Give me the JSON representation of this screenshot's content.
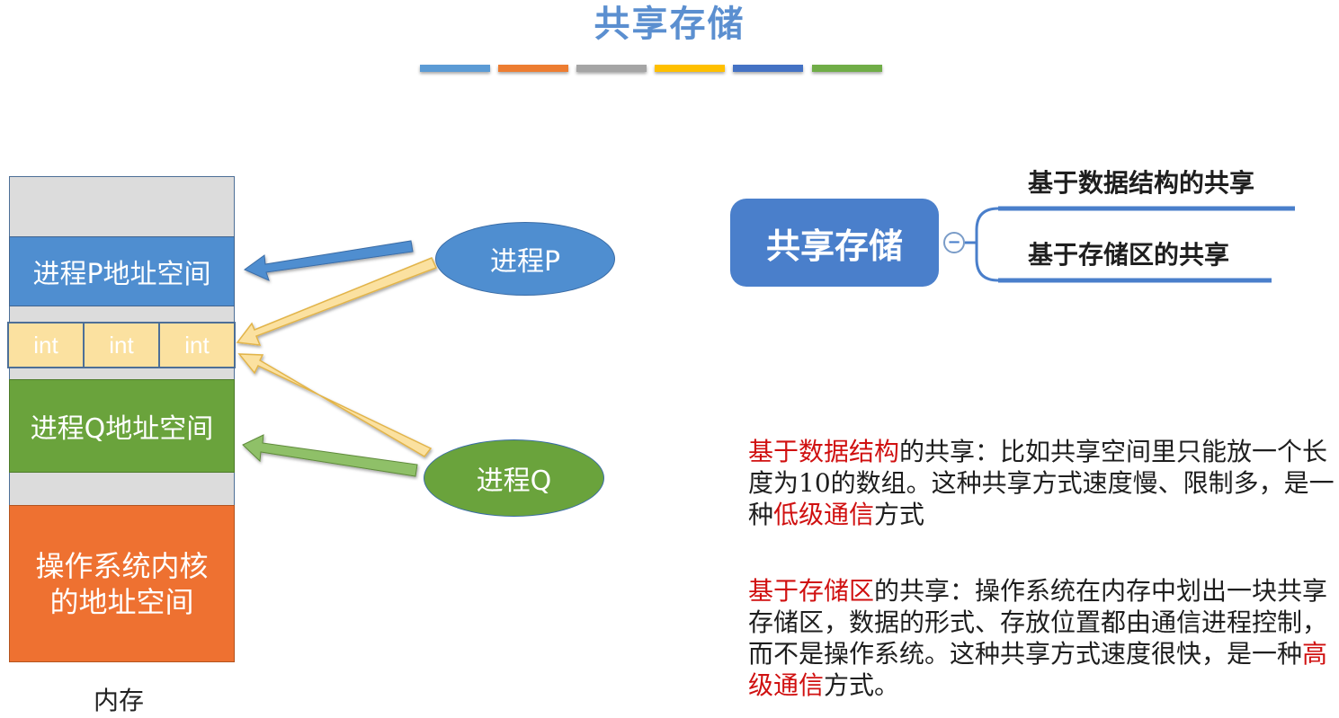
{
  "title": "共享存储",
  "title_bars": [
    "#5b9bd5",
    "#ed7d31",
    "#a5a5a5",
    "#ffc000",
    "#4472c4",
    "#70ad47"
  ],
  "memory": {
    "p_space": "进程P地址空间",
    "shared_cells": [
      "int",
      "int",
      "int"
    ],
    "q_space": "进程Q地址空间",
    "kernel_line1": "操作系统内核",
    "kernel_line2": "的地址空间",
    "label": "内存"
  },
  "processes": {
    "p": "进程P",
    "q": "进程Q"
  },
  "mindmap": {
    "center": "共享存储",
    "collapse_symbol": "−",
    "branches": [
      "基于数据结构的共享",
      "基于存储区的共享"
    ]
  },
  "notes": {
    "p1": {
      "hl1": "基于数据结构",
      "t1": "的共享：比如共享空间里只能放一个长度为10的数组。这种共享方式速度慢、限制多，是一种",
      "hl2": "低级通信",
      "t2": "方式"
    },
    "p2": {
      "hl1": "基于存储区",
      "t1": "的共享：操作系统在内存中划出一块共享存储区，数据的形式、存放位置都由通信进程控制，而不是操作系统。这种共享方式速度很快，是一种",
      "hl2": "高级通信",
      "t2": "方式。"
    }
  },
  "colors": {
    "blue": "#4f8ed0",
    "green": "#6aa33c",
    "orange": "#ee7131",
    "yellow": "#fbe1a0",
    "highlight": "#d01010"
  }
}
